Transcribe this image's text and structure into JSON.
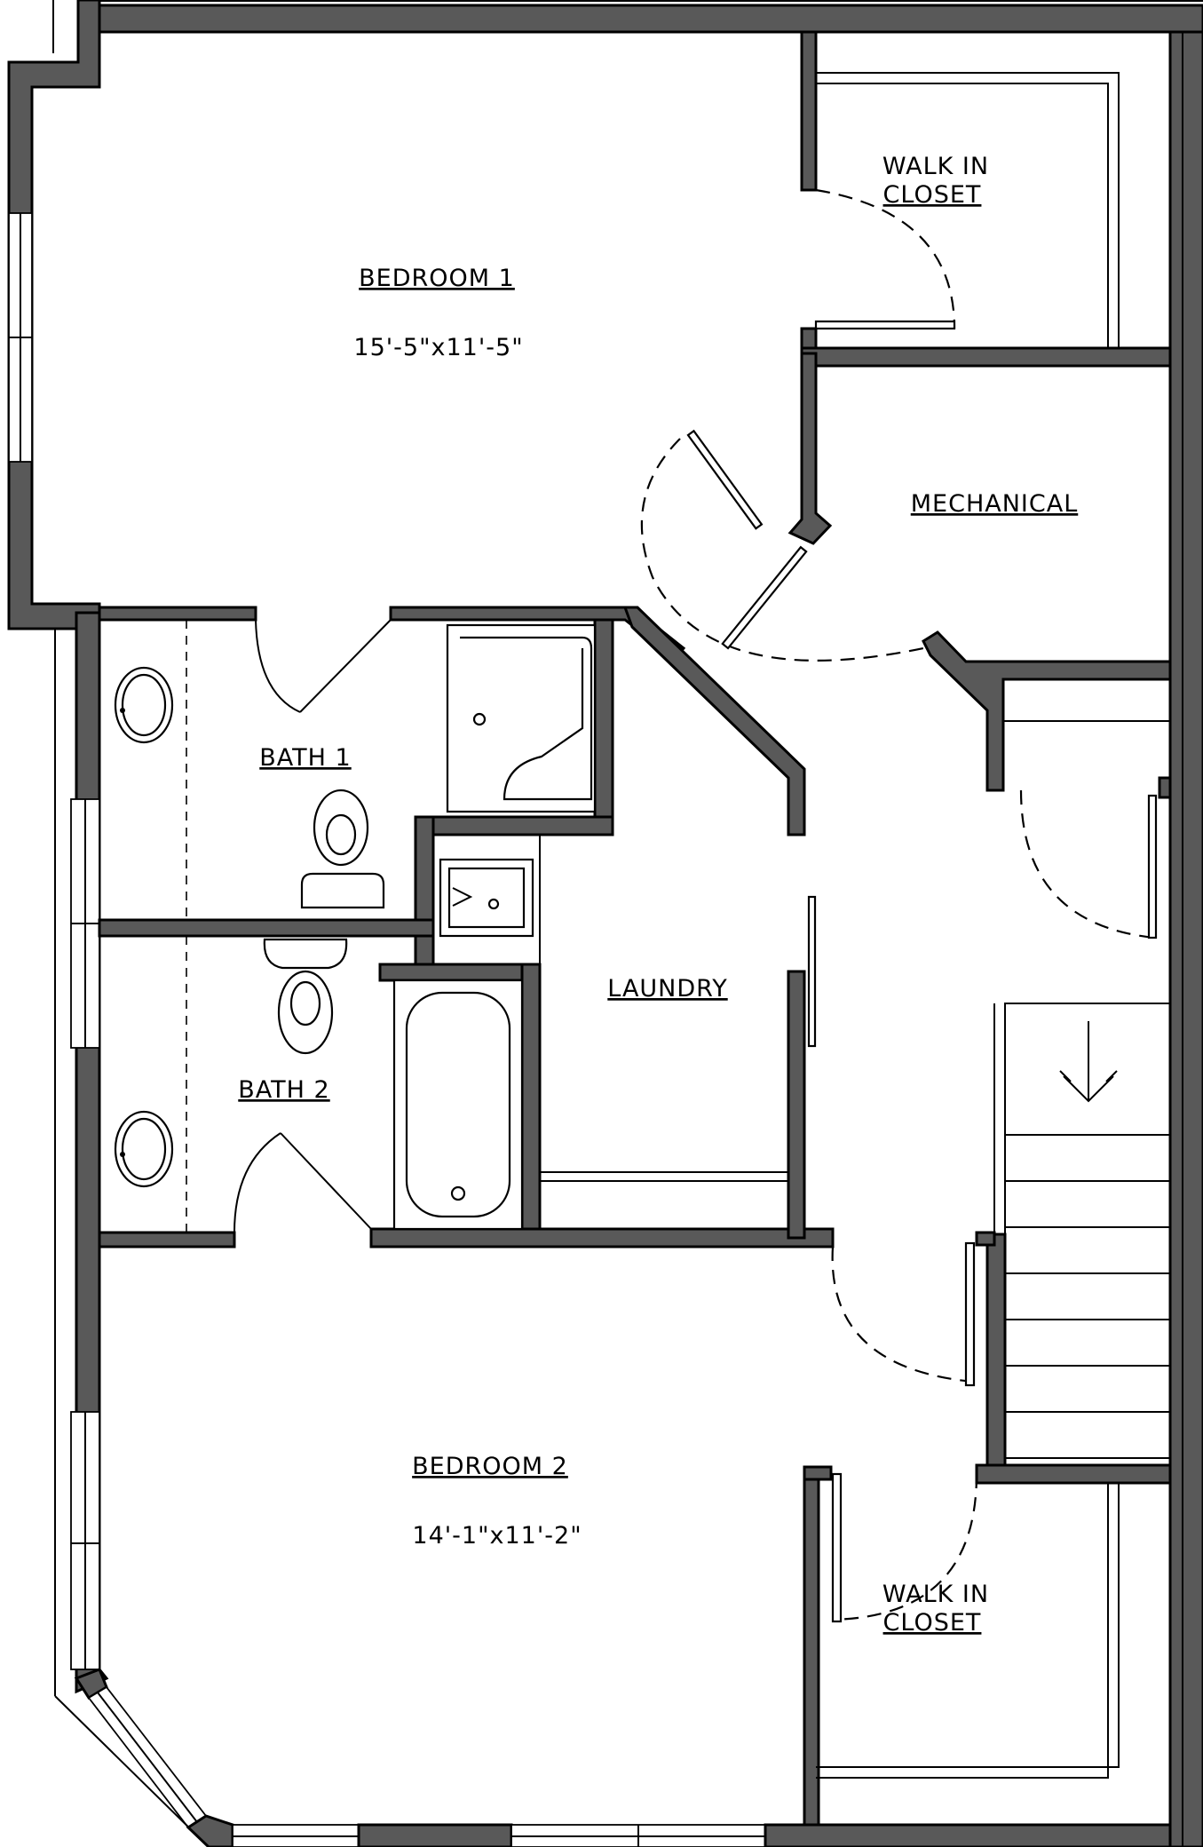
{
  "rooms": {
    "bedroom1": {
      "name": "BEDROOM 1",
      "size": "15'-5\"x11'-5\""
    },
    "closet1": {
      "line1": "WALK IN",
      "line2": "CLOSET"
    },
    "mechanical": {
      "name": "MECHANICAL"
    },
    "bath1": {
      "name": "BATH 1"
    },
    "bath2": {
      "name": "BATH 2"
    },
    "laundry": {
      "name": "LAUNDRY"
    },
    "bedroom2": {
      "name": "BEDROOM 2",
      "size": "14'-1\"x11'-2\""
    },
    "closet2": {
      "line1": "WALK IN",
      "line2": "CLOSET"
    }
  },
  "colors": {
    "wall": "#595959",
    "line": "#000000",
    "background": "#ffffff"
  }
}
